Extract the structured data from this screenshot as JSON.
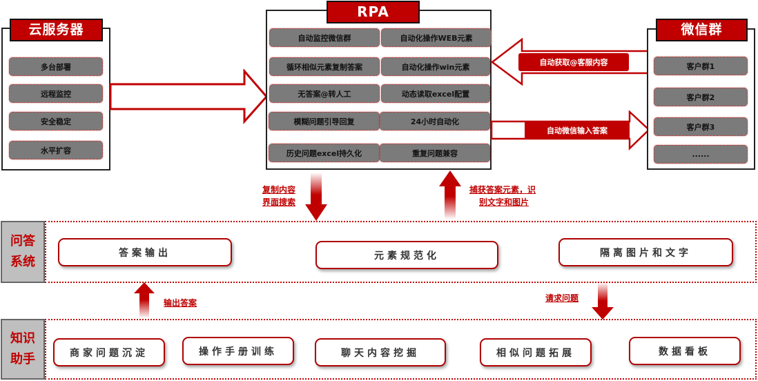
{
  "cloud_server": {
    "title": "云服务器",
    "items": [
      "多台部署",
      "远程监控",
      "安全稳定",
      "水平扩容"
    ]
  },
  "rpa": {
    "title": "RPA",
    "items": [
      [
        "自动监控微信群",
        "自动化操作WEB元素"
      ],
      [
        "循环相似元素复制答案",
        "自动化操作win元素"
      ],
      [
        "无答案@转人工",
        "动态读取excel配置"
      ],
      [
        "模糊问题引导回复",
        "24小时自动化"
      ],
      [
        "历史问题excel持久化",
        "重复问题兼容"
      ]
    ]
  },
  "wechat_group": {
    "title": "微信群",
    "items": [
      "客户群1",
      "客户群2",
      "客户群3",
      "......"
    ]
  },
  "arrows": {
    "fetch_label": "自动获取@客服内容",
    "input_label": "自动微信输入答案",
    "copy_search": [
      "复制内容",
      "界面搜索"
    ],
    "capture": [
      "捕获答案元素，识",
      "别文字和图片"
    ],
    "output_answer": "输出答案",
    "request_question": "请求问题"
  },
  "qa_system": {
    "label": [
      "问答",
      "系统"
    ],
    "items": [
      "答案输出",
      "元素规范化",
      "隔离图片和文字"
    ]
  },
  "knowledge_assistant": {
    "label": [
      "知识",
      "助手"
    ],
    "items": [
      "商家问题沉淀",
      "操作手册训练",
      "聊天内容挖掘",
      "相似问题拓展",
      "数据看板"
    ]
  },
  "colors": {
    "brand_red": "#c00000",
    "button_gray": "#7b7b7b",
    "label_gray": "#bfbfbf"
  }
}
